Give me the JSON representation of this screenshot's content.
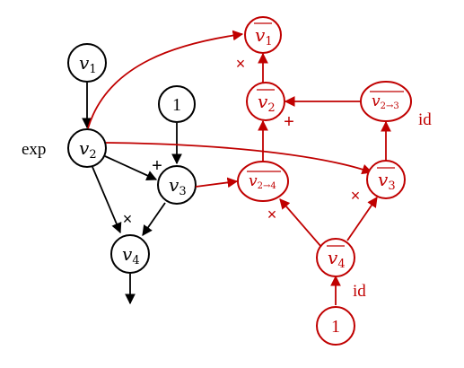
{
  "colors": {
    "forward": "#000000",
    "adjoint": "#c00000"
  },
  "forward_graph": {
    "nodes": {
      "v1": {
        "base": "v",
        "sub": "1"
      },
      "v2": {
        "base": "v",
        "sub": "2"
      },
      "one": {
        "text": "1"
      },
      "v3": {
        "base": "v",
        "sub": "3"
      },
      "v4": {
        "base": "v",
        "sub": "4"
      }
    },
    "labels": {
      "exp": "exp",
      "plus": "+",
      "times": "×"
    }
  },
  "adjoint_graph": {
    "nodes": {
      "v1bar": {
        "base": "v",
        "sub": "1"
      },
      "v2bar": {
        "base": "v",
        "sub": "2"
      },
      "v2to3bar": {
        "base": "v",
        "sub": "2→3"
      },
      "v2to4bar": {
        "base": "v",
        "sub": "2→4"
      },
      "v3bar": {
        "base": "v",
        "sub": "3"
      },
      "v4bar": {
        "base": "v",
        "sub": "4"
      },
      "one": {
        "text": "1"
      }
    },
    "labels": {
      "times_top": "×",
      "plus": "+",
      "id_right": "id",
      "times_left": "×",
      "times_right": "×",
      "id_bottom": "id"
    }
  }
}
